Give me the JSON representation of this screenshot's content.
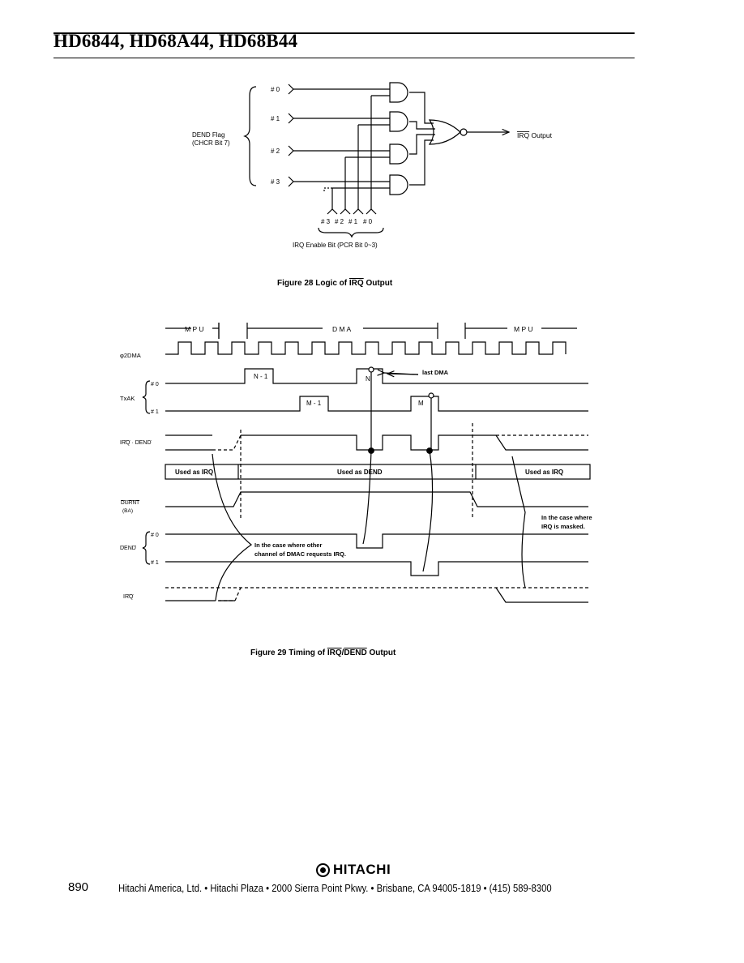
{
  "header": {
    "title": "HD6844, HD68A44, HD68B44"
  },
  "figure28": {
    "caption_prefix": "Figure 28  Logic of ",
    "caption_irq": "IRQ",
    "caption_suffix": " Output",
    "inputs": [
      "# 0",
      "# 1",
      "# 2",
      "# 3"
    ],
    "flag_label_1": "DEND Flag",
    "flag_label_2": "(CHCR Bit 7)",
    "output_irq": "IRQ",
    "output_suffix": " Output",
    "enable_bits": [
      "# 3",
      "# 2",
      "# 1",
      "# 0"
    ],
    "enable_label": "IRQ Enable Bit (PCR Bit 0~3)"
  },
  "figure29": {
    "caption_prefix": "Figure 29  Timing of ",
    "caption_irq": "IRQ",
    "caption_slash": "/",
    "caption_dend": "DEND",
    "caption_suffix": " Output",
    "phase_mpu": "M P U",
    "phase_dma": "D M A",
    "sig_phi2dma": "φ2DMA",
    "sig_txak": "TxAK",
    "sig_ch0": "# 0",
    "sig_ch1": "# 1",
    "sig_irq_dend_a": "IRQ",
    "sig_irq_dend_sep": " · ",
    "sig_irq_dend_b": "DEND",
    "sig_dgrnt": "DGRNT",
    "sig_ba": "(BA)",
    "sig_dend": "DEND",
    "sig_irq": "IRQ",
    "pulse_n1": "N - 1",
    "pulse_n": "N",
    "pulse_m1": "M - 1",
    "pulse_m": "M",
    "note_last_dma": "last  DMA",
    "used_as_irq": "Used as IRQ",
    "used_as_dend": "Used as DEND",
    "note_other_1": "In the case where other",
    "note_other_2": "channel of DMAC requests IRQ.",
    "note_masked_1": "In the case where",
    "note_masked_2": "IRQ is masked."
  },
  "footer": {
    "logo": "HITACHI",
    "page_number": "890",
    "address": "Hitachi America, Ltd. • Hitachi Plaza • 2000 Sierra Point Pkwy. • Brisbane, CA 94005-1819 • (415) 589-8300"
  }
}
